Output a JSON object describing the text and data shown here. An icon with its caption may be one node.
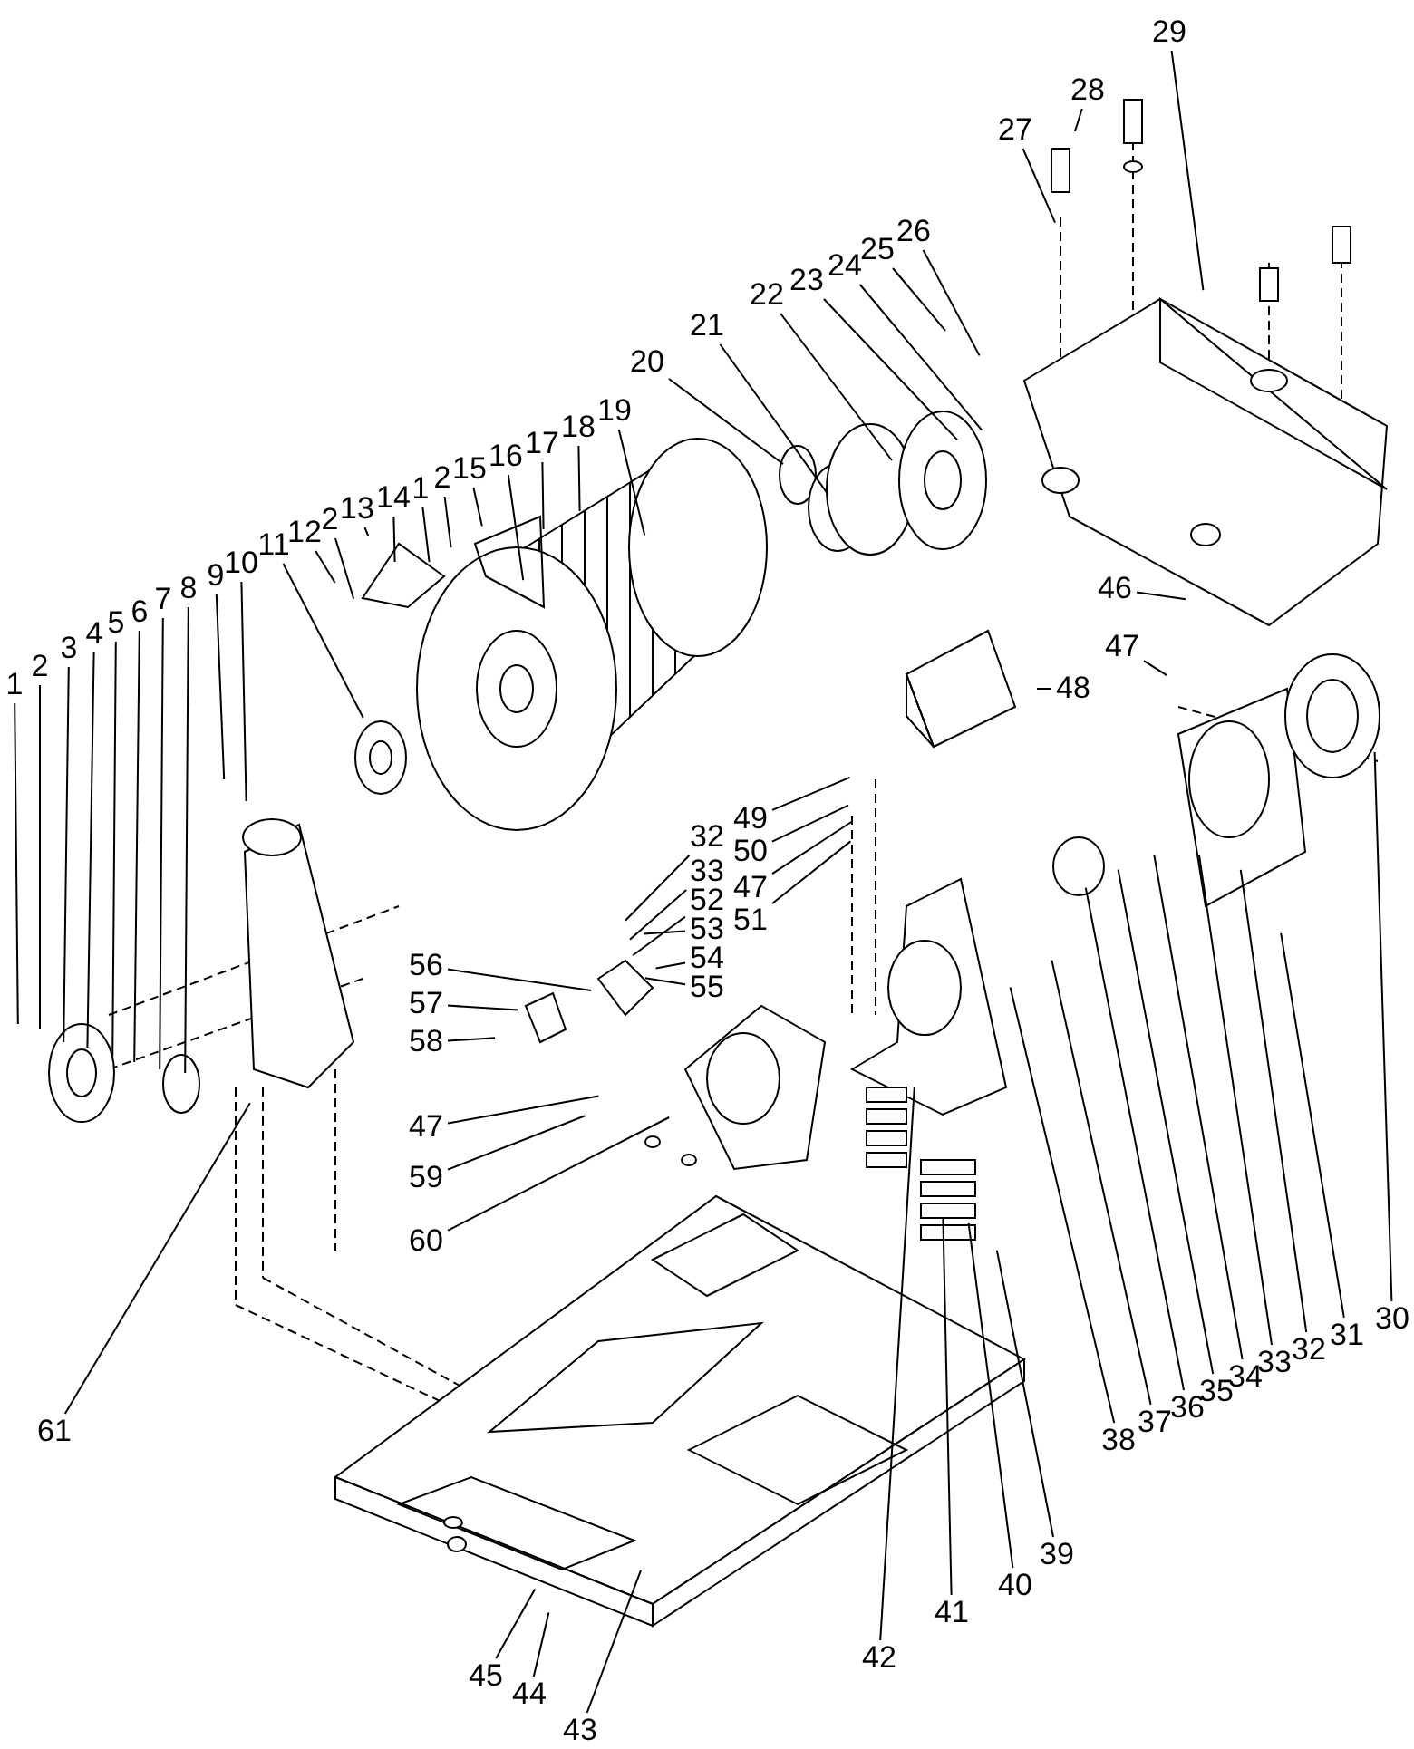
{
  "diagram": {
    "nodes": [
      {
        "text": [
          "1"
        ]
      },
      {
        "text": [
          "2"
        ]
      },
      {
        "text": [
          "3"
        ]
      },
      {
        "text": [
          "4"
        ]
      },
      {
        "text": [
          "5"
        ]
      },
      {
        "text": [
          "6"
        ]
      },
      {
        "text": [
          "7"
        ]
      },
      {
        "text": [
          "8"
        ]
      },
      {
        "text": [
          "9"
        ]
      },
      {
        "text": [
          "10"
        ]
      },
      {
        "text": [
          "11"
        ]
      },
      {
        "text": [
          "12"
        ]
      },
      {
        "text": [
          "2"
        ]
      },
      {
        "text": [
          "13"
        ]
      },
      {
        "text": [
          "14"
        ]
      },
      {
        "text": [
          "1"
        ]
      },
      {
        "text": [
          "2"
        ]
      },
      {
        "text": [
          "15"
        ]
      },
      {
        "text": [
          "16"
        ]
      },
      {
        "text": [
          "17"
        ]
      },
      {
        "text": [
          "18"
        ]
      },
      {
        "text": [
          "19"
        ]
      },
      {
        "text": [
          "20"
        ]
      },
      {
        "text": [
          "21"
        ]
      },
      {
        "text": [
          "22"
        ]
      },
      {
        "text": [
          "23"
        ]
      },
      {
        "text": [
          "24"
        ]
      },
      {
        "text": [
          "25"
        ]
      },
      {
        "text": [
          "26"
        ]
      },
      {
        "text": [
          "27"
        ]
      },
      {
        "text": [
          "28"
        ]
      },
      {
        "text": [
          "29"
        ]
      },
      {
        "text": [
          "30"
        ]
      },
      {
        "text": [
          "31"
        ]
      },
      {
        "text": [
          "32"
        ]
      },
      {
        "text": [
          "33"
        ]
      },
      {
        "text": [
          "34"
        ]
      },
      {
        "text": [
          "35"
        ]
      },
      {
        "text": [
          "36"
        ]
      },
      {
        "text": [
          "37"
        ]
      },
      {
        "text": [
          "38"
        ]
      },
      {
        "text": [
          "39"
        ]
      },
      {
        "text": [
          "40"
        ]
      },
      {
        "text": [
          "41"
        ]
      },
      {
        "text": [
          "42"
        ]
      },
      {
        "text": [
          "43"
        ]
      },
      {
        "text": [
          "44"
        ]
      },
      {
        "text": [
          "45"
        ]
      },
      {
        "text": [
          "46"
        ]
      },
      {
        "text": [
          "47"
        ]
      },
      {
        "text": [
          "48"
        ]
      },
      {
        "text": [
          "49"
        ]
      },
      {
        "text": [
          "50"
        ]
      },
      {
        "text": [
          "47"
        ]
      },
      {
        "text": [
          "51"
        ]
      },
      {
        "text": [
          "32"
        ]
      },
      {
        "text": [
          "33"
        ]
      },
      {
        "text": [
          "52"
        ]
      },
      {
        "text": [
          "53"
        ]
      },
      {
        "text": [
          "54"
        ]
      },
      {
        "text": [
          "55"
        ]
      },
      {
        "text": [
          "56"
        ]
      },
      {
        "text": [
          "57"
        ]
      },
      {
        "text": [
          "58"
        ]
      },
      {
        "text": [
          "47"
        ]
      },
      {
        "text": [
          "59"
        ]
      },
      {
        "text": [
          "60"
        ]
      },
      {
        "text": [
          "61"
        ]
      }
    ],
    "edges": [
      {
        "from": 0,
        "to": null,
        "arrow": "none"
      },
      {
        "from": 1,
        "to": null,
        "arrow": "none"
      },
      {
        "from": 2,
        "to": null,
        "arrow": "none"
      },
      {
        "from": 3,
        "to": null,
        "arrow": "none"
      },
      {
        "from": 4,
        "to": null,
        "arrow": "none"
      },
      {
        "from": 5,
        "to": null,
        "arrow": "none"
      },
      {
        "from": 6,
        "to": null,
        "arrow": "none"
      },
      {
        "from": 7,
        "to": null,
        "arrow": "none"
      },
      {
        "from": 8,
        "to": null,
        "arrow": "none"
      },
      {
        "from": 9,
        "to": null,
        "arrow": "none"
      },
      {
        "from": 10,
        "to": null,
        "arrow": "none"
      },
      {
        "from": 11,
        "to": null,
        "arrow": "none"
      },
      {
        "from": 12,
        "to": null,
        "arrow": "none"
      },
      {
        "from": 13,
        "to": null,
        "arrow": "none"
      },
      {
        "from": 14,
        "to": null,
        "arrow": "none"
      },
      {
        "from": 15,
        "to": null,
        "arrow": "none"
      },
      {
        "from": 16,
        "to": null,
        "arrow": "none"
      },
      {
        "from": 17,
        "to": null,
        "arrow": "none"
      },
      {
        "from": 18,
        "to": null,
        "arrow": "none"
      },
      {
        "from": 19,
        "to": null,
        "arrow": "none"
      },
      {
        "from": 20,
        "to": null,
        "arrow": "none"
      },
      {
        "from": 21,
        "to": null,
        "arrow": "none"
      },
      {
        "from": 22,
        "to": null,
        "arrow": "none"
      },
      {
        "from": 23,
        "to": null,
        "arrow": "none"
      },
      {
        "from": 24,
        "to": null,
        "arrow": "none"
      },
      {
        "from": 25,
        "to": null,
        "arrow": "none"
      },
      {
        "from": 26,
        "to": null,
        "arrow": "none"
      },
      {
        "from": 27,
        "to": null,
        "arrow": "none"
      },
      {
        "from": 28,
        "to": null,
        "arrow": "none"
      },
      {
        "from": 29,
        "to": null,
        "arrow": "none"
      },
      {
        "from": 30,
        "to": null,
        "arrow": "none"
      },
      {
        "from": 31,
        "to": null,
        "arrow": "none"
      },
      {
        "from": 32,
        "to": null,
        "arrow": "none"
      },
      {
        "from": 33,
        "to": null,
        "arrow": "none"
      },
      {
        "from": 34,
        "to": null,
        "arrow": "none"
      },
      {
        "from": 35,
        "to": null,
        "arrow": "none"
      },
      {
        "from": 36,
        "to": null,
        "arrow": "none"
      },
      {
        "from": 37,
        "to": null,
        "arrow": "none"
      },
      {
        "from": 38,
        "to": null,
        "arrow": "none"
      },
      {
        "from": 39,
        "to": null,
        "arrow": "none"
      },
      {
        "from": 40,
        "to": null,
        "arrow": "none"
      },
      {
        "from": 41,
        "to": null,
        "arrow": "none"
      },
      {
        "from": 42,
        "to": null,
        "arrow": "none"
      },
      {
        "from": 43,
        "to": null,
        "arrow": "none"
      },
      {
        "from": 44,
        "to": null,
        "arrow": "none"
      },
      {
        "from": 45,
        "to": null,
        "arrow": "none"
      },
      {
        "from": 46,
        "to": null,
        "arrow": "none"
      },
      {
        "from": 47,
        "to": null,
        "arrow": "none"
      },
      {
        "from": 48,
        "to": null,
        "arrow": "none"
      },
      {
        "from": 49,
        "to": null,
        "arrow": "none"
      },
      {
        "from": 50,
        "to": null,
        "arrow": "none"
      },
      {
        "from": 51,
        "to": null,
        "arrow": "none"
      },
      {
        "from": 52,
        "to": null,
        "arrow": "none"
      },
      {
        "from": 53,
        "to": null,
        "arrow": "none"
      },
      {
        "from": 54,
        "to": null,
        "arrow": "none"
      },
      {
        "from": 55,
        "to": null,
        "arrow": "none"
      },
      {
        "from": 56,
        "to": null,
        "arrow": "none"
      },
      {
        "from": 57,
        "to": null,
        "arrow": "none"
      },
      {
        "from": 58,
        "to": null,
        "arrow": "none"
      },
      {
        "from": 59,
        "to": null,
        "arrow": "none"
      },
      {
        "from": 60,
        "to": null,
        "arrow": "none"
      },
      {
        "from": 61,
        "to": null,
        "arrow": "none"
      },
      {
        "from": 62,
        "to": null,
        "arrow": "none"
      },
      {
        "from": 63,
        "to": null,
        "arrow": "none"
      },
      {
        "from": 64,
        "to": null,
        "arrow": "none"
      },
      {
        "from": 65,
        "to": null,
        "arrow": "none"
      },
      {
        "from": 66,
        "to": null,
        "arrow": "none"
      },
      {
        "from": 67,
        "to": null,
        "arrow": "none"
      }
    ]
  }
}
